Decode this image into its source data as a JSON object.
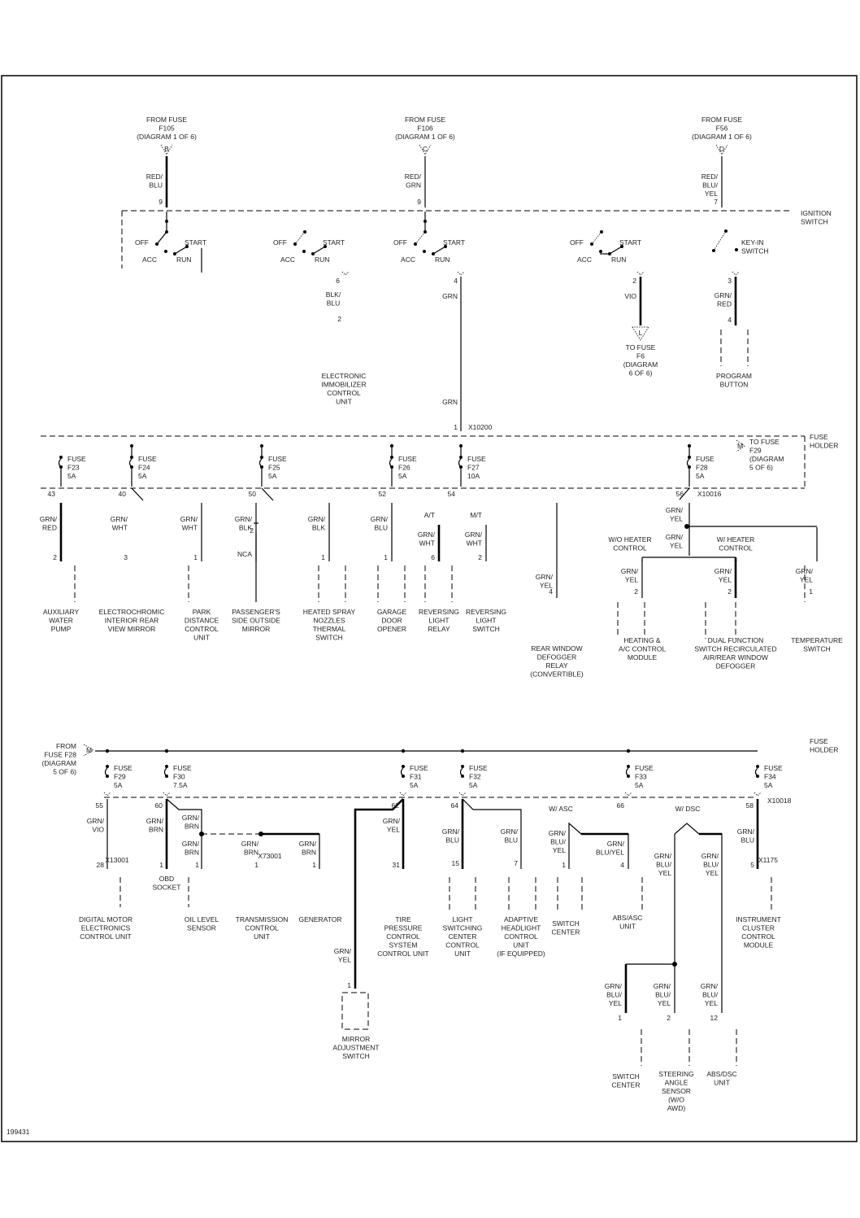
{
  "diagram_id": "199431",
  "ignition_switch": {
    "label": [
      "IGNITION",
      "SWITCH"
    ],
    "feeds": [
      {
        "from": [
          "FROM FUSE",
          "F105",
          "(DIAGRAM 1 OF 6)"
        ],
        "connector": "B",
        "wire": [
          "RED/",
          "BLU"
        ],
        "pin": "9"
      },
      {
        "from": [
          "FROM FUSE",
          "F106",
          "(DIAGRAM 1 OF 6)"
        ],
        "connector": "C",
        "wire": [
          "RED/",
          "GRN"
        ],
        "pin": "9"
      },
      {
        "from": [
          "FROM FUSE",
          "F56",
          "(DIAGRAM 1 OF 6)"
        ],
        "connector": "D",
        "wire": [
          "RED/",
          "BLU/",
          "YEL"
        ],
        "pin": "7"
      }
    ],
    "switch_positions": [
      "OFF",
      "ACC",
      "RUN",
      "START"
    ],
    "key_in_switch": [
      "KEY-IN",
      "SWITCH"
    ]
  },
  "ignition_outputs": [
    {
      "pin_top": "6",
      "wire": [
        "BLK/",
        "BLU"
      ],
      "pin_bottom": "2",
      "component": [
        "ELECTRONIC",
        "IMMOBILIZER",
        "CONTROL",
        "UNIT"
      ]
    },
    {
      "pin_top": "4",
      "wire": [
        "GRN"
      ],
      "wire2": [
        "GRN"
      ],
      "pin_bottom": "1",
      "connector": "X10200"
    },
    {
      "pin_top": "2",
      "wire": [
        "VIO"
      ],
      "connector": "L",
      "to": [
        "TO FUSE",
        "F6",
        "(DIAGRAM",
        "6 OF 6)"
      ]
    },
    {
      "pin_top": "3",
      "wire": [
        "GRN/",
        "RED"
      ],
      "pin_bottom": "4",
      "component": [
        "PROGRAM",
        "BUTTON"
      ]
    }
  ],
  "fuse_holder": {
    "label": [
      "FUSE",
      "HOLDER"
    ],
    "to_fuse": {
      "connector": "M",
      "text": [
        "TO FUSE",
        "F29",
        "(DIAGRAM",
        "5 OF 6)"
      ]
    },
    "connector": "X10016",
    "fuses": [
      {
        "name": [
          "FUSE",
          "F23",
          "5A"
        ],
        "pin": "43"
      },
      {
        "name": [
          "FUSE",
          "F24",
          "5A"
        ],
        "pin": "40"
      },
      {
        "name": [
          "FUSE",
          "F25",
          "5A"
        ],
        "pin": "50"
      },
      {
        "name": [
          "FUSE",
          "F26",
          "5A"
        ],
        "pin": "52"
      },
      {
        "name": [
          "FUSE",
          "F27",
          "10A"
        ],
        "pin": "54"
      },
      {
        "name": [
          "FUSE",
          "F28",
          "5A"
        ],
        "pin": "56"
      }
    ],
    "branches": [
      {
        "wire": [
          "GRN/",
          "RED"
        ],
        "pin": "2",
        "component": [
          "AUXILIARY",
          "WATER",
          "PUMP"
        ]
      },
      {
        "wire": [
          "GRN/",
          "WHT"
        ],
        "pin": "3",
        "component": [
          "ELECTROCHROMIC",
          "INTERIOR REAR",
          "VIEW MIRROR"
        ]
      },
      {
        "wire": [
          "GRN/",
          "WHT"
        ],
        "pin": "1",
        "component": [
          "PARK",
          "DISTANCE",
          "CONTROL",
          "UNIT"
        ]
      },
      {
        "wire": [
          "GRN/",
          "BLK"
        ],
        "pin_top": "2",
        "wire2": [
          "NCA"
        ],
        "component": [
          "PASSENGER'S",
          "SIDE OUTSIDE",
          "MIRROR"
        ]
      },
      {
        "wire": [
          "GRN/",
          "BLK"
        ],
        "pin": "1",
        "component": [
          "HEATED SPRAY",
          "NOZZLES",
          "THERMAL",
          "SWITCH"
        ]
      },
      {
        "wire": [
          "GRN/",
          "BLU"
        ],
        "pin": "1",
        "component": [
          "GARAGE",
          "DOOR",
          "OPENER"
        ]
      },
      {
        "variant": "A/T",
        "wire": [
          "GRN/",
          "WHT"
        ],
        "pin": "6",
        "component": [
          "REVERSING",
          "LIGHT",
          "RELAY"
        ]
      },
      {
        "variant": "M/T",
        "wire": [
          "GRN/",
          "WHT"
        ],
        "pin": "2",
        "component": [
          "REVERSING",
          "LIGHT",
          "SWITCH"
        ]
      },
      {
        "wire": [
          "GRN/",
          "YEL"
        ],
        "pin": "4",
        "component": [
          "REAR WINDOW",
          "DEFOGGER",
          "RELAY",
          "(CONVERTIBLE)"
        ]
      },
      {
        "variant": [
          "W/O HEATER",
          "CONTROL"
        ],
        "wire": [
          "GRN/",
          "YEL"
        ],
        "pin": "2",
        "component": [
          "HEATING &",
          "A/C CONTROL",
          "MODULE"
        ]
      },
      {
        "variant": [
          "W/ HEATER",
          "CONTROL"
        ],
        "wire": [
          "GRN/",
          "YEL"
        ],
        "pin": "2",
        "component": [
          "DUAL FUNCTION",
          "SWITCH RECIRCULATED",
          "AIR/REAR WINDOW",
          "DEFOGGER"
        ]
      },
      {
        "wire": [
          "GRN/",
          "YEL"
        ],
        "pin": "1",
        "component": [
          "TEMPERATURE",
          "SWITCH"
        ]
      }
    ],
    "f28_wires": [
      [
        "GRN/",
        "YEL"
      ],
      [
        "GRN/",
        "YEL"
      ]
    ]
  },
  "lower_fuse_holder": {
    "label": [
      "FUSE",
      "HOLDER"
    ],
    "from": {
      "connector": "M",
      "text": [
        "FROM",
        "FUSE F28",
        "(DIAGRAM",
        "5 OF 6)"
      ]
    },
    "connector": "X10018",
    "fuses": [
      {
        "name": [
          "FUSE",
          "F29",
          "5A"
        ],
        "pin": "55"
      },
      {
        "name": [
          "FUSE",
          "F30",
          "7.5A"
        ],
        "pin": "60"
      },
      {
        "name": [
          "FUSE",
          "F31",
          "5A"
        ],
        "pin": "62"
      },
      {
        "name": [
          "FUSE",
          "F32",
          "5A"
        ],
        "pin": "64"
      },
      {
        "name": [
          "FUSE",
          "F33",
          "5A"
        ],
        "pin": "66"
      },
      {
        "name": [
          "FUSE",
          "F34",
          "5A"
        ],
        "pin": "58"
      }
    ],
    "branches": [
      {
        "wire": [
          "GRN/",
          "VIO"
        ],
        "pin": "28",
        "connector": "X13001",
        "component": [
          "DIGITAL MOTOR",
          "ELECTRONICS",
          "CONTROL UNIT"
        ]
      },
      {
        "wire": [
          "GRN/",
          "BRN"
        ],
        "pin": "1",
        "component": [
          "OBD",
          "SOCKET"
        ]
      },
      {
        "wire": [
          "GRN/",
          "BRN"
        ],
        "wire2": [
          "GRN/",
          "BRN"
        ],
        "pin": "1",
        "component": [
          "OIL LEVEL",
          "SENSOR"
        ]
      },
      {
        "wire": [
          "GRN/",
          "BRN"
        ],
        "pin": "1",
        "connector": "X73001",
        "component": [
          "TRANSMISSION",
          "CONTROL",
          "UNIT"
        ]
      },
      {
        "wire": [
          "GRN/",
          "BRN"
        ],
        "pin": "1",
        "component": [
          "GENERATOR"
        ]
      },
      {
        "wire": [
          "GRN/",
          "YEL"
        ],
        "pin": "31",
        "component": [
          "TIRE",
          "PRESSURE",
          "CONTROL",
          "SYSTEM",
          "CONTROL UNIT"
        ]
      },
      {
        "wire": [
          "GRN/",
          "YEL"
        ],
        "pin": "1",
        "component": [
          "MIRROR",
          "ADJUSTMENT",
          "SWITCH"
        ]
      },
      {
        "wire": [
          "GRN/",
          "BLU"
        ],
        "pin": "15",
        "component": [
          "LIGHT",
          "SWITCHING",
          "CENTER",
          "CONTROL",
          "UNIT"
        ]
      },
      {
        "wire": [
          "GRN/",
          "BLU"
        ],
        "pin": "7",
        "component": [
          "ADAPTIVE",
          "HEADLIGHT",
          "CONTROL",
          "UNIT",
          "(IF EQUIPPED)"
        ]
      },
      {
        "variant": "W/ ASC",
        "wire": [
          "GRN/",
          "BLU/",
          "YEL"
        ],
        "pin": "1",
        "component": [
          "SWITCH",
          "CENTER"
        ]
      },
      {
        "wire": [
          "GRN/",
          "BLU/YEL"
        ],
        "pin": "4",
        "component": [
          "ABS/ASC",
          "UNIT"
        ]
      },
      {
        "variant": "W/ DSC",
        "wire": [
          "GRN/",
          "BLU/",
          "YEL"
        ],
        "wire2": [
          "GRN/",
          "BLU/",
          "YEL"
        ]
      },
      {
        "wire": [
          "GRN/",
          "BLU/",
          "YEL"
        ],
        "pin": "1",
        "component": [
          "SWITCH",
          "CENTER"
        ]
      },
      {
        "wire": [
          "GRN/",
          "BLU/",
          "YEL"
        ],
        "pin": "2",
        "component": [
          "STEERING",
          "ANGLE",
          "SENSOR",
          "(W/O",
          "AWD)"
        ]
      },
      {
        "wire": [
          "GRN/",
          "BLU/",
          "YEL"
        ],
        "pin": "12",
        "component": [
          "ABS/DSC",
          "UNIT"
        ]
      },
      {
        "wire": [
          "GRN/",
          "BLU"
        ],
        "pin": "5",
        "connector": "X1175",
        "component": [
          "INSTRUMENT",
          "CLUSTER",
          "CONTROL",
          "MODULE"
        ]
      }
    ]
  }
}
